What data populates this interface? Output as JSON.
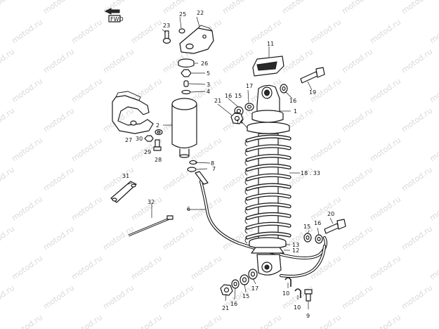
{
  "watermark": "motod.ru",
  "direction_label": "FWD",
  "part_labels": {
    "p1": "1",
    "p2": "2",
    "p3": "3",
    "p4": "4",
    "p5": "5",
    "p6": "6",
    "p7": "7",
    "p8": "8",
    "p9": "9",
    "p10": "10",
    "p11": "11",
    "p12": "12",
    "p13": "13",
    "p14": "14",
    "p15": "15",
    "p16": "16",
    "p17": "17",
    "p18_33": "18 . 33",
    "p19": "19",
    "p20": "20",
    "p21": "21",
    "p22": "22",
    "p23": "23",
    "p25": "25",
    "p26": "26",
    "p27": "27",
    "p28": "28",
    "p29": "29",
    "p30": "30",
    "p31": "31",
    "p32": "32"
  }
}
